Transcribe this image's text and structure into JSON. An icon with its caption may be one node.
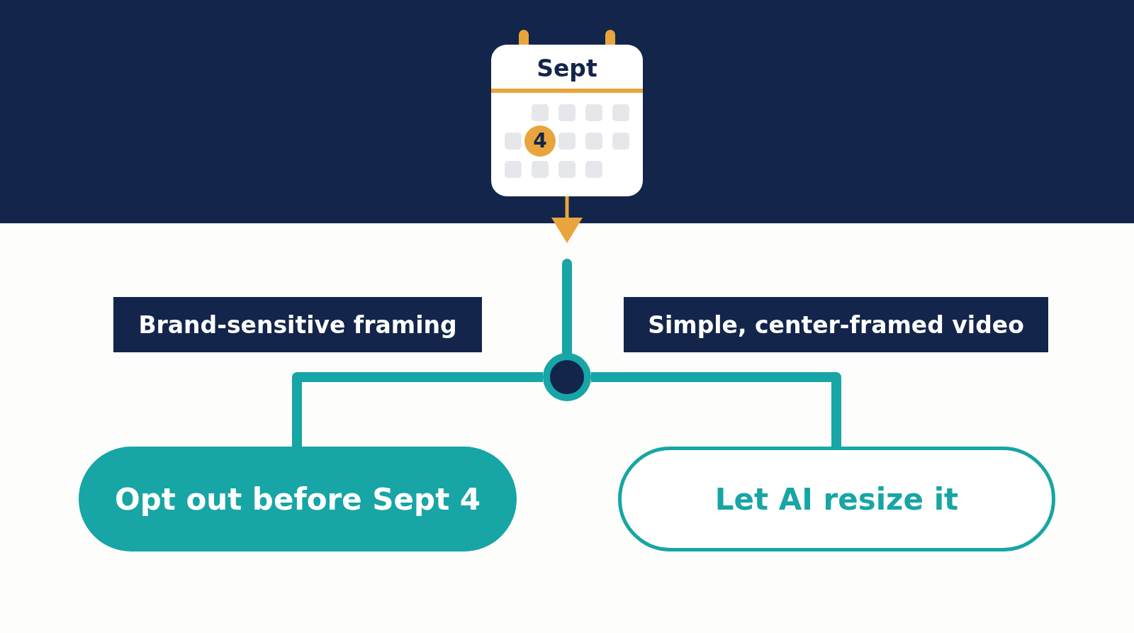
{
  "diagram": {
    "nodes": [
      {
        "text": [
          "Sept",
          "4"
        ]
      },
      {
        "text": [],
        "shape": "circle"
      },
      {
        "text": [
          "Brand-sensitive framing"
        ]
      },
      {
        "text": [
          "Simple, center-framed video"
        ]
      },
      {
        "text": [
          "Opt out before Sept 4"
        ]
      },
      {
        "text": [
          "Let AI resize it"
        ]
      }
    ],
    "edges": [
      {
        "from": 0,
        "to": null,
        "arrow": "to",
        "color": "#e9a53c"
      },
      {
        "from": null,
        "to": 1,
        "arrow": "none"
      },
      {
        "from": 1,
        "to": 4,
        "arrow": "none"
      },
      {
        "from": 1,
        "to": 5,
        "arrow": "none"
      }
    ]
  }
}
